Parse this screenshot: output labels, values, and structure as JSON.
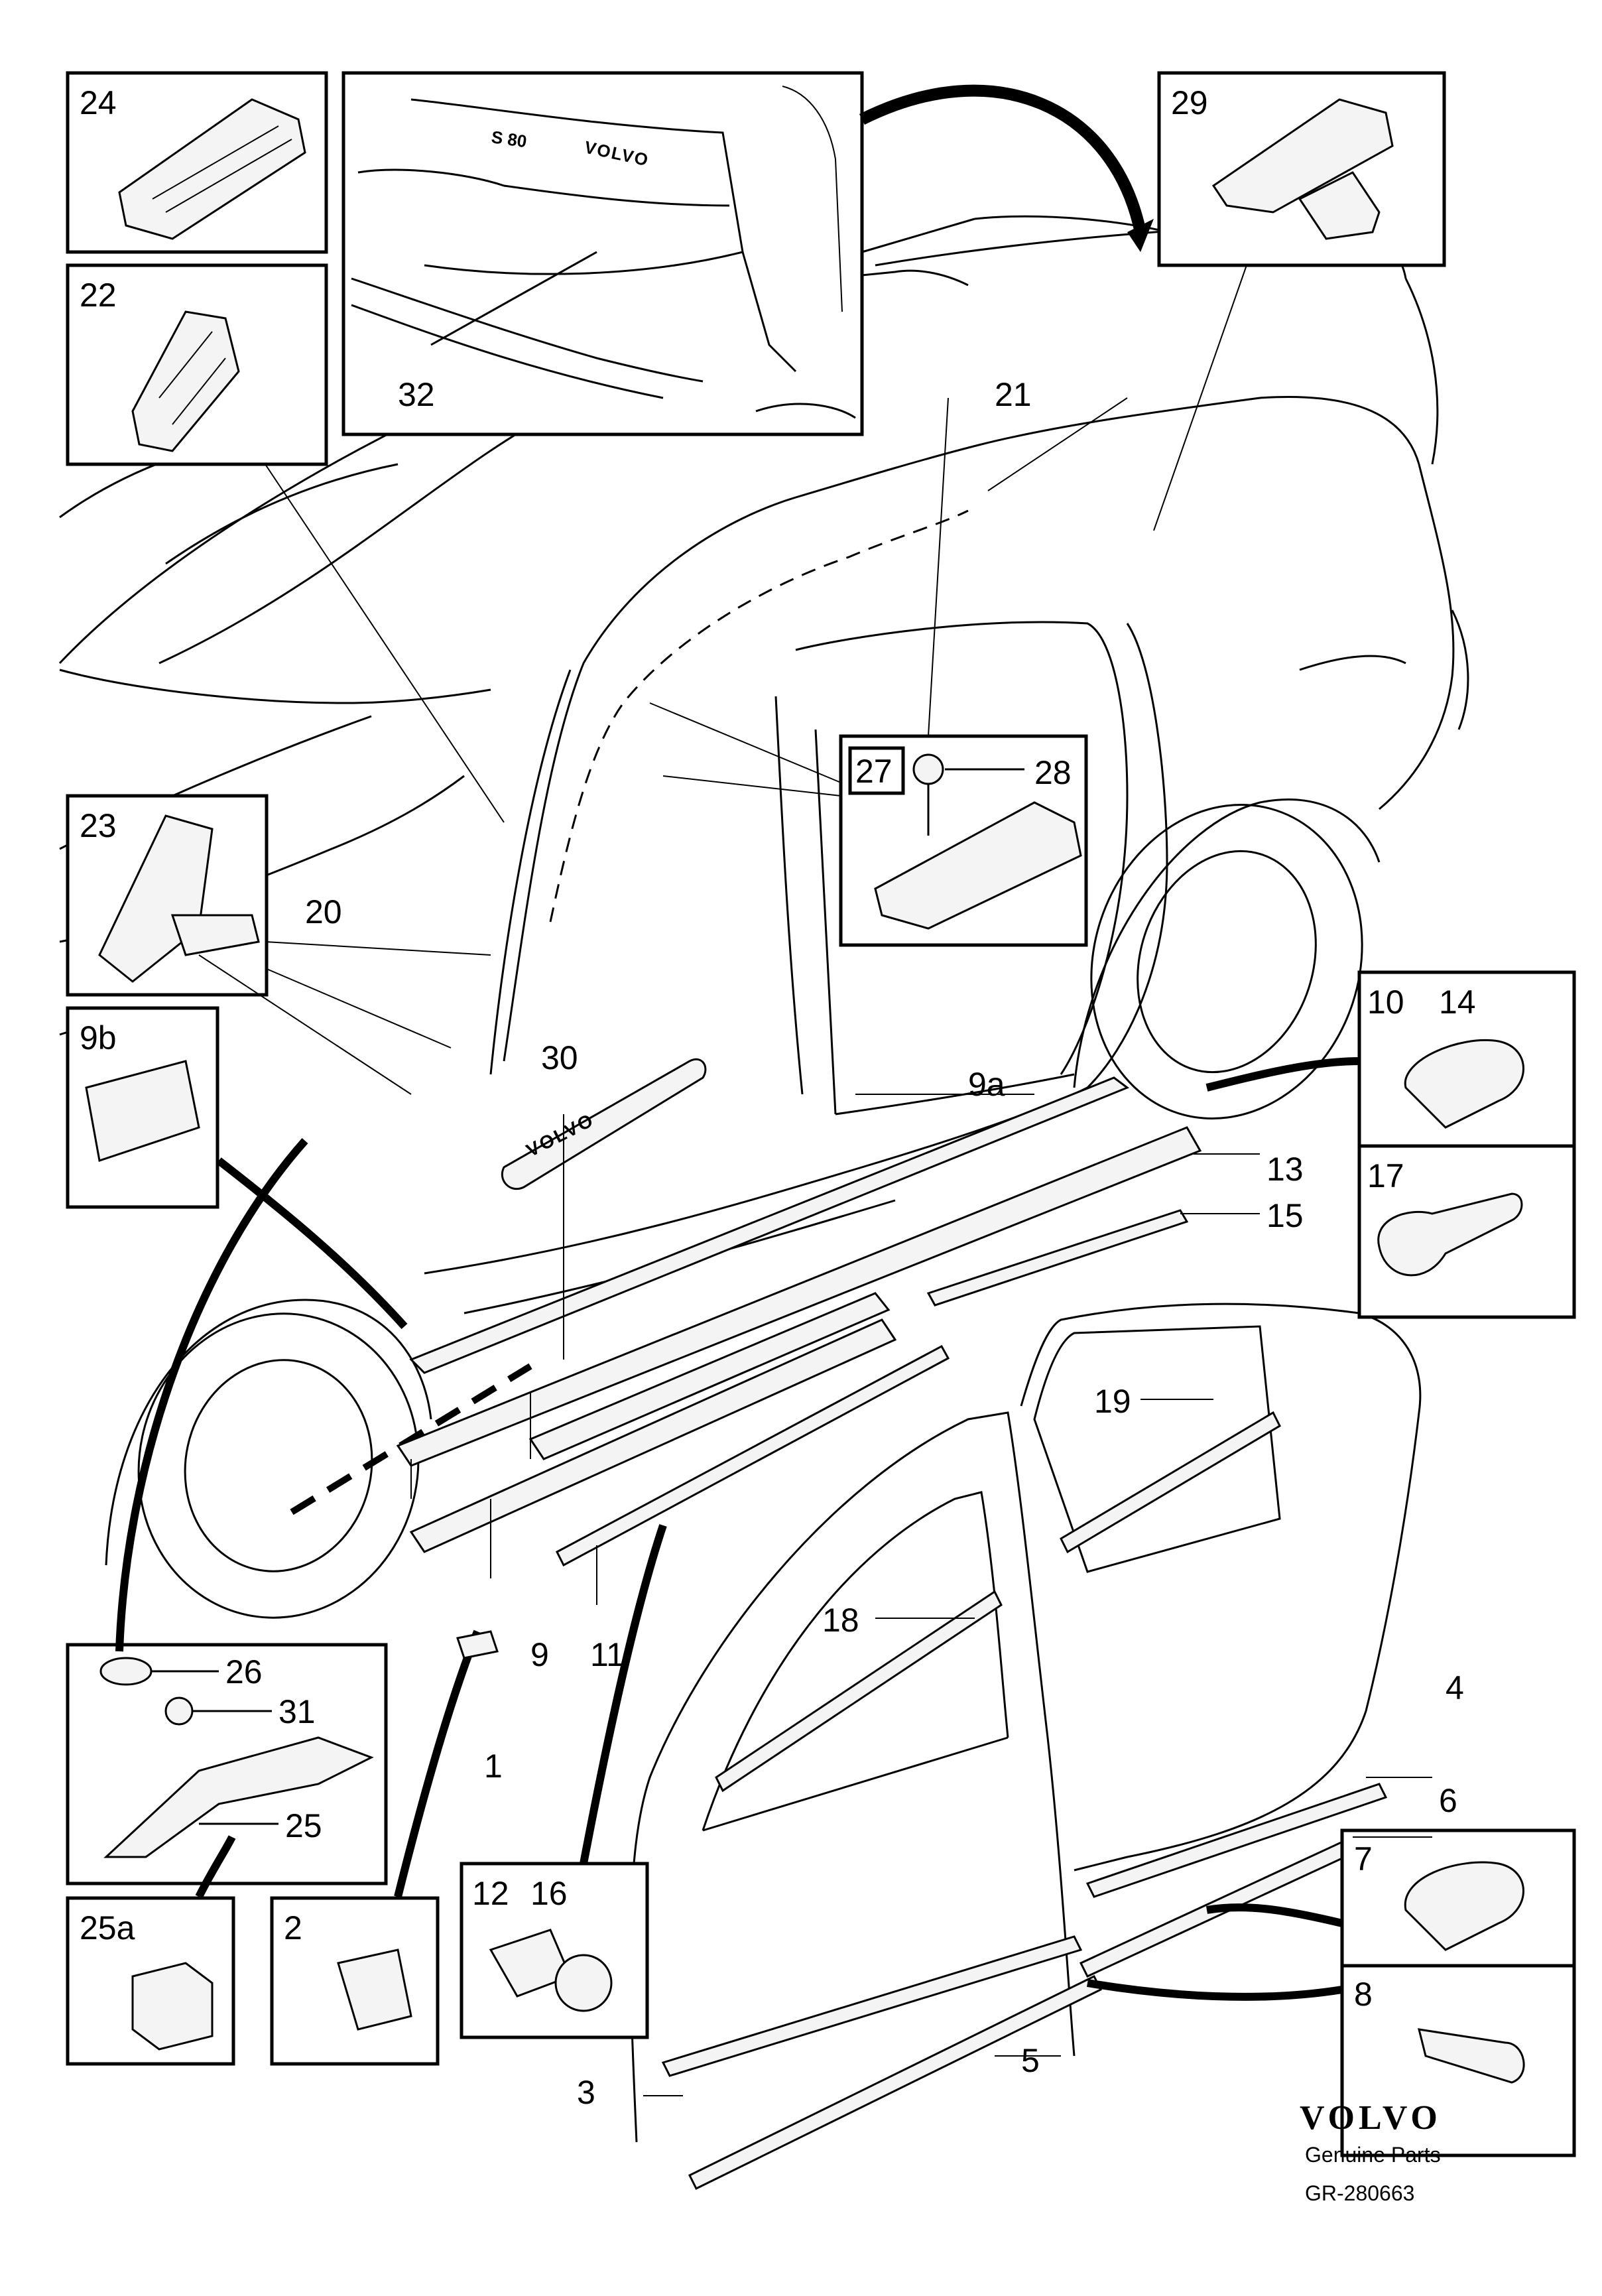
{
  "callouts": {
    "c1": "1",
    "c2": "2",
    "c3": "3",
    "c4": "4",
    "c5": "5",
    "c6": "6",
    "c7": "7",
    "c8": "8",
    "c9": "9",
    "c9a": "9a",
    "c9b": "9b",
    "c10": "10",
    "c11": "11",
    "c12": "12",
    "c13": "13",
    "c14": "14",
    "c15": "15",
    "c16": "16",
    "c17": "17",
    "c18": "18",
    "c19": "19",
    "c20": "20",
    "c21": "21",
    "c22": "22",
    "c23": "23",
    "c24": "24",
    "c25": "25",
    "c25a": "25a",
    "c26": "26",
    "c27": "27",
    "c28": "28",
    "c29": "29",
    "c30": "30",
    "c31": "31",
    "c32": "32"
  },
  "emblem": {
    "sill_badge": "VOLVO",
    "trunk_badge": "VOLVO",
    "trunk_model": "S 80"
  },
  "footer": {
    "brand": "VOLVO",
    "genuine": "Genuine Parts",
    "ref": "GR-280663"
  }
}
